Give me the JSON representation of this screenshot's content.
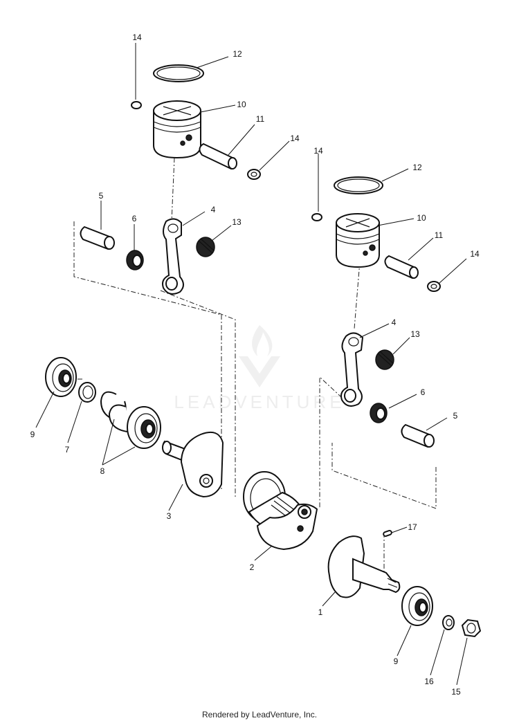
{
  "watermark": "LEADVENTURE",
  "footer": "Rendered by LeadVenture, Inc.",
  "callouts": {
    "c14a": "14",
    "c12a": "12",
    "c10a": "10",
    "c11a": "11",
    "c14b": "14",
    "c5a": "5",
    "c6a": "6",
    "c4a": "4",
    "c13a": "13",
    "c14c": "14",
    "c12b": "12",
    "c10b": "10",
    "c11b": "11",
    "c14d": "14",
    "c4b": "4",
    "c13b": "13",
    "c6b": "6",
    "c5b": "5",
    "c9a": "9",
    "c7": "7",
    "c8": "8",
    "c3": "3",
    "c2": "2",
    "c17": "17",
    "c1": "1",
    "c9b": "9",
    "c16": "16",
    "c15": "15"
  }
}
